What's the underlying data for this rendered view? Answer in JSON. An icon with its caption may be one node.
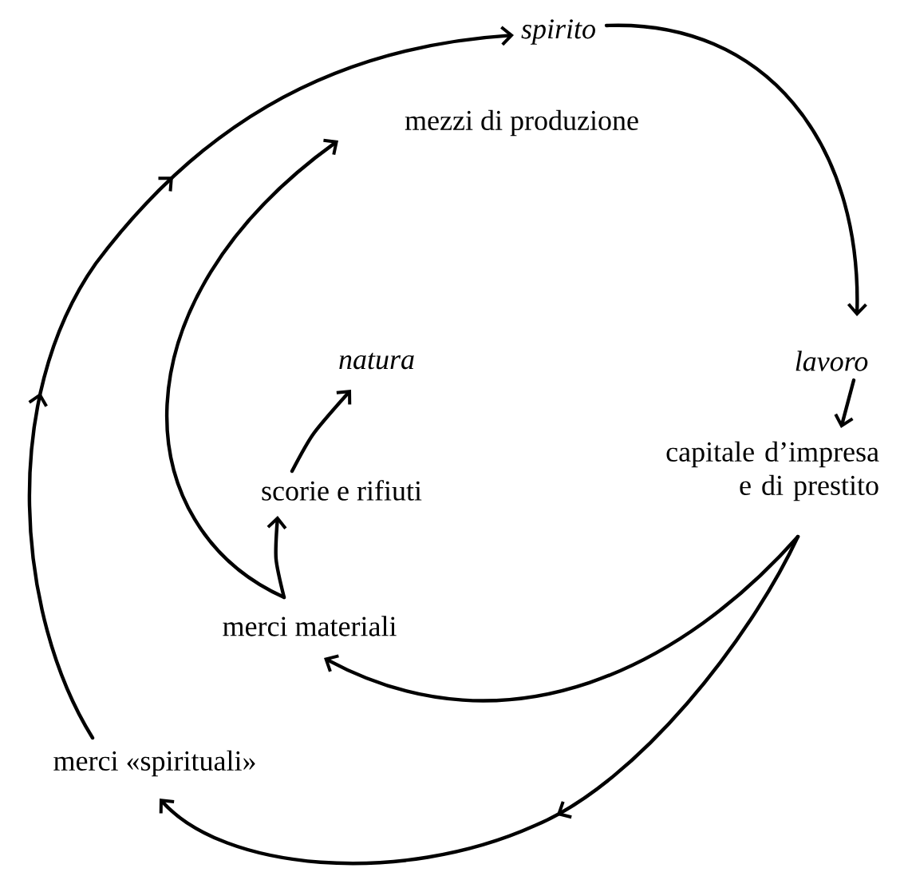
{
  "diagram": {
    "nodes": [
      {
        "text": [
          "spirito"
        ]
      },
      {
        "text": [
          "mezzi di produzione"
        ]
      },
      {
        "text": [
          "natura"
        ]
      },
      {
        "text": [
          "lavoro"
        ]
      },
      {
        "text": [
          "capitale d’impresa e di prestito"
        ]
      },
      {
        "text": [
          "scorie e rifiuti"
        ]
      },
      {
        "text": [
          "merci materiali"
        ]
      },
      {
        "text": [
          "merci «spirituali»"
        ]
      }
    ],
    "edges": [
      {
        "from": 0,
        "to": 3,
        "arrow": "to"
      },
      {
        "from": 3,
        "to": 4,
        "arrow": "to"
      },
      {
        "from": 4,
        "to": 6,
        "arrow": "to"
      },
      {
        "from": 4,
        "to": 7,
        "arrow": "to"
      },
      {
        "from": 7,
        "to": 0,
        "arrow": "to"
      },
      {
        "from": 6,
        "to": 5,
        "arrow": "to"
      },
      {
        "from": 6,
        "to": 1,
        "arrow": "to"
      },
      {
        "from": 5,
        "to": 2,
        "arrow": "to"
      }
    ]
  }
}
